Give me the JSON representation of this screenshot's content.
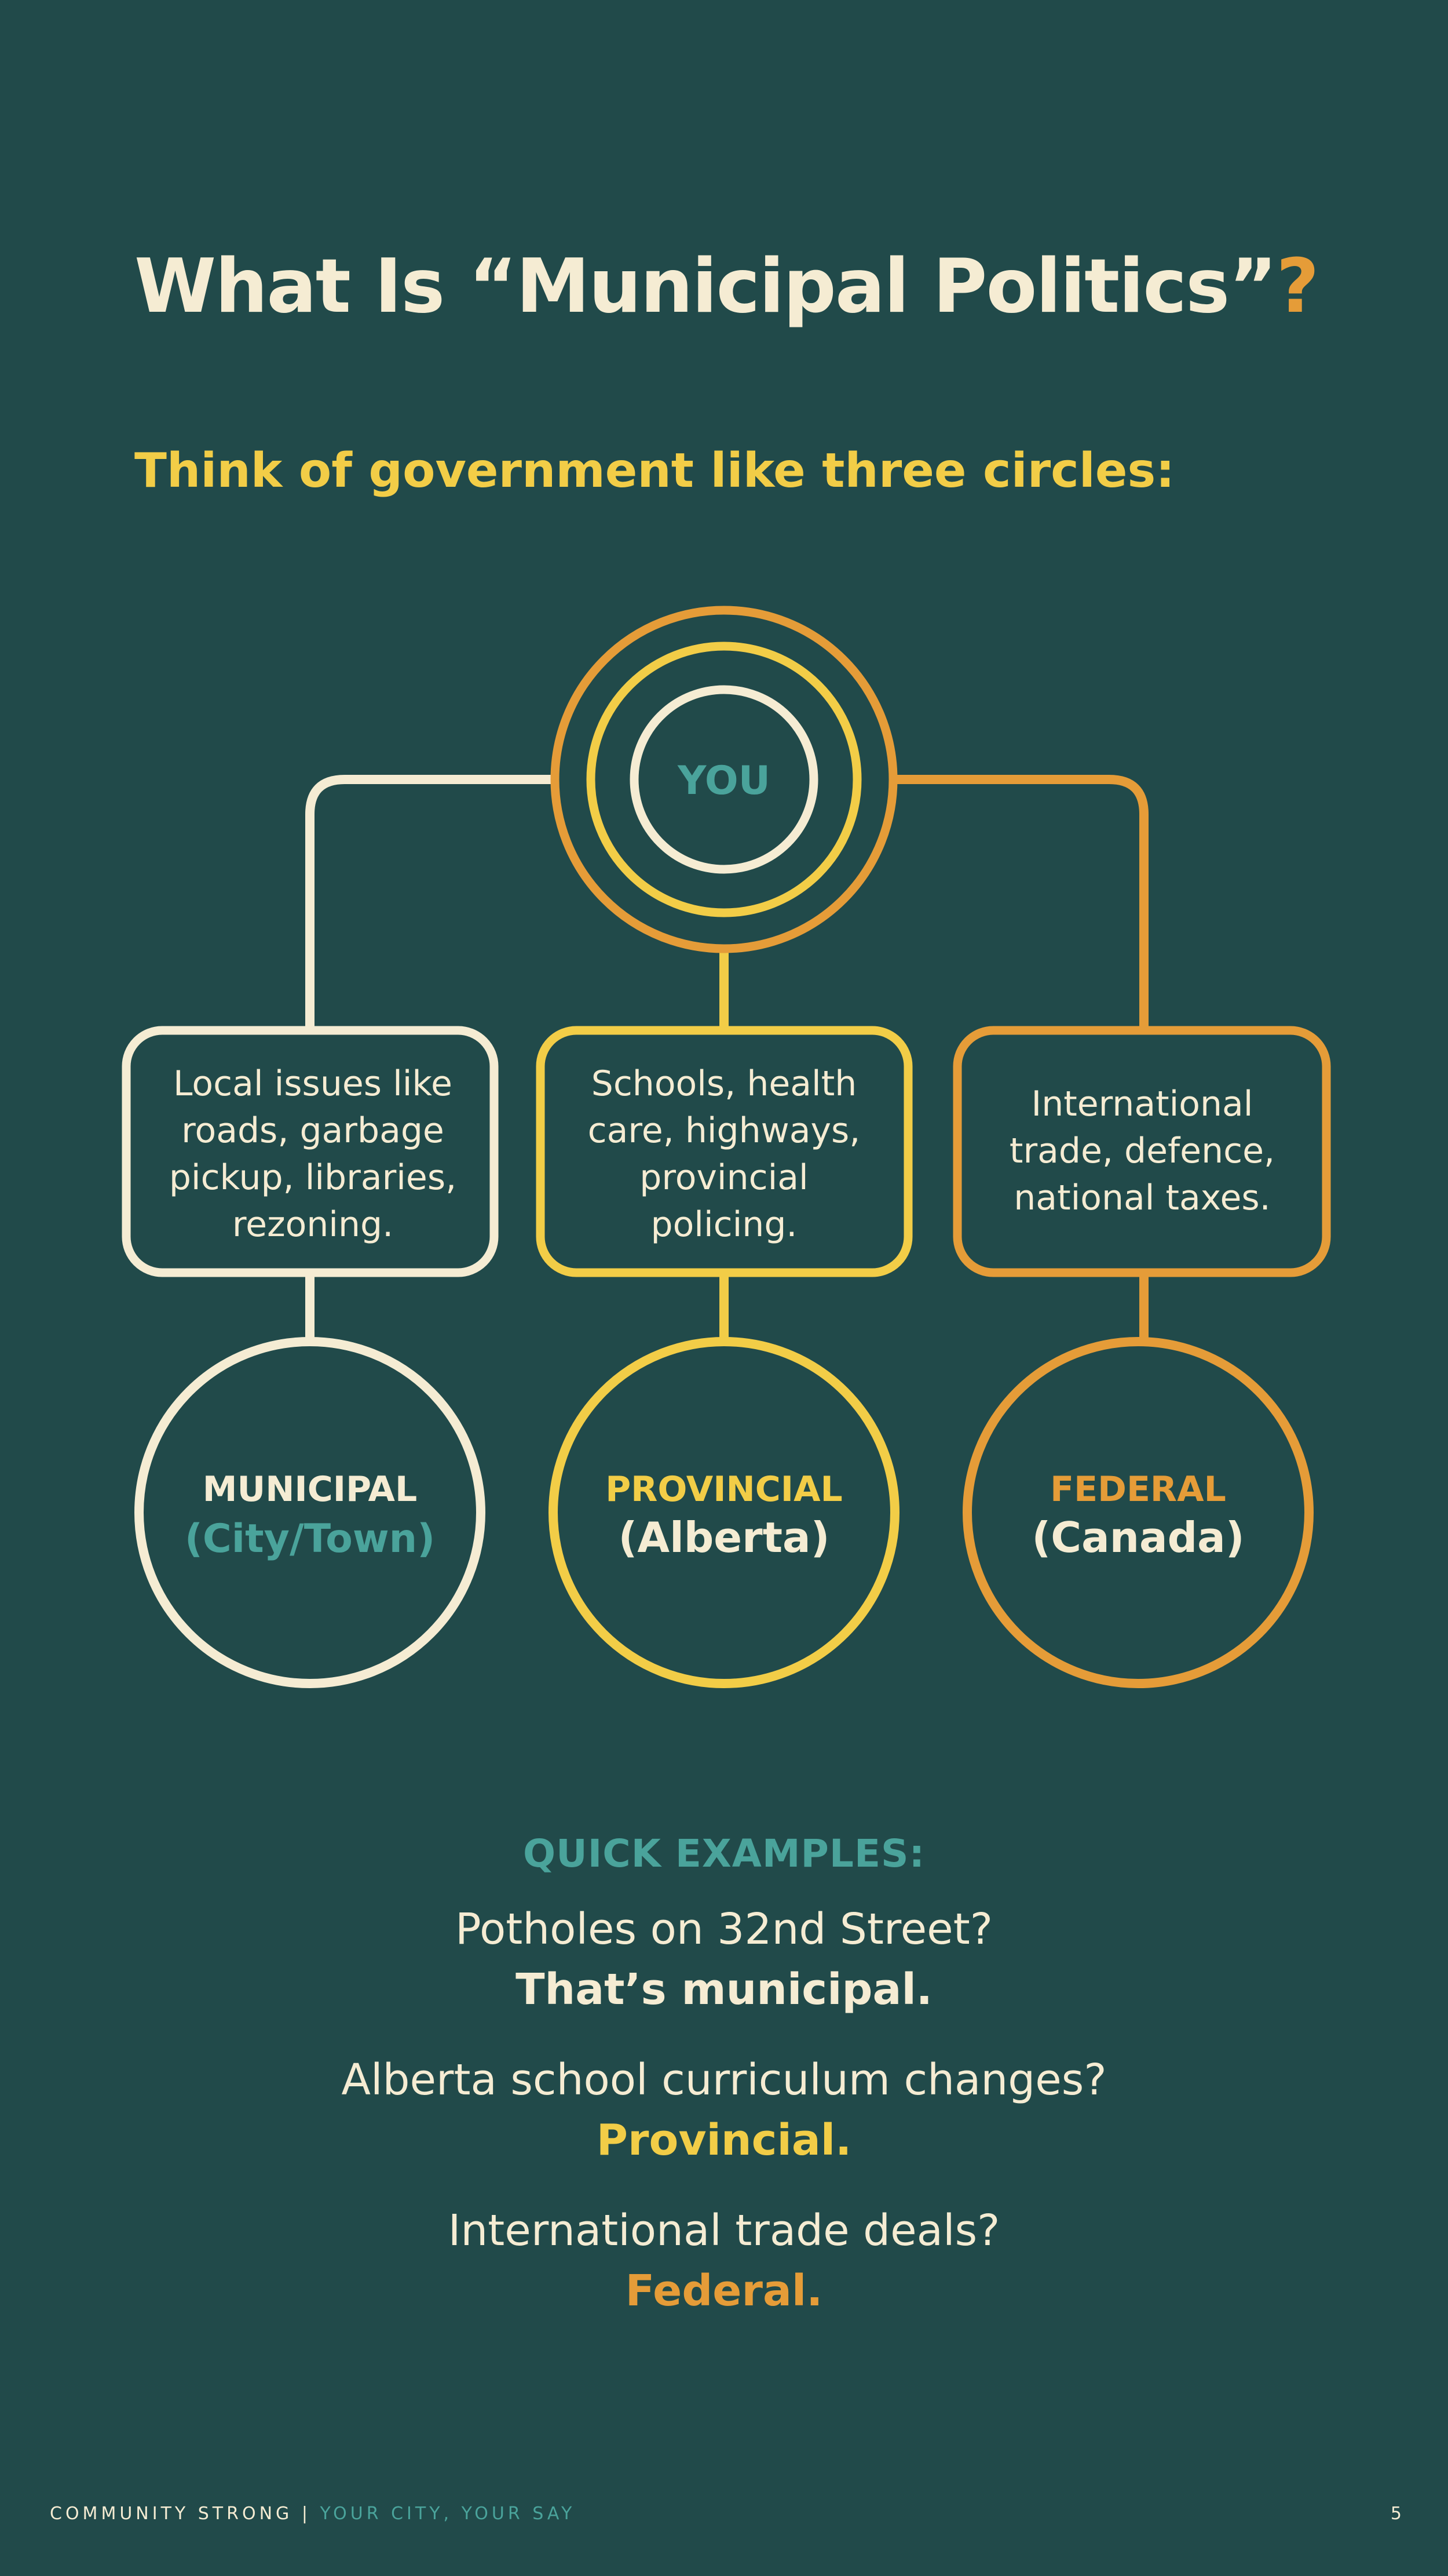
{
  "title": {
    "text": "What Is “Municipal Politics”",
    "mark": "?"
  },
  "subtitle": "Think of government like three circles:",
  "center": {
    "label": "YOU"
  },
  "levels": [
    {
      "name": "MUNICIPAL",
      "sub": "(City/Town)",
      "desc": [
        "Local issues like",
        "roads, garbage",
        "pickup, libraries,",
        "rezoning."
      ],
      "color": "#f5ecd3",
      "sub_color": "#4aa39b"
    },
    {
      "name": "PROVINCIAL",
      "sub": "(Alberta)",
      "desc": [
        "Schools, health",
        "care, highways,",
        "provincial",
        "policing."
      ],
      "color": "#f2cd47",
      "sub_color": "#f5ecd3"
    },
    {
      "name": "FEDERAL",
      "sub": "(Canada)",
      "desc": [
        "International",
        "trade, defence,",
        "national taxes."
      ],
      "color": "#e59c38",
      "sub_color": "#f5ecd3"
    }
  ],
  "examples": {
    "heading": "QUICK EXAMPLES:",
    "items": [
      {
        "q": "Potholes on 32nd Street?",
        "a": "That’s municipal."
      },
      {
        "q": "Alberta school curriculum changes?",
        "a": "Provincial."
      },
      {
        "q": "International trade deals?",
        "a": "Federal."
      }
    ]
  },
  "footer": {
    "left": "COMMUNITY STRONG |",
    "right": "YOUR CITY, YOUR SAY",
    "page": "5"
  },
  "colors": {
    "background": "#214a4a",
    "cream": "#f5ecd3",
    "yellow": "#f2cd47",
    "orange": "#e59c38",
    "teal": "#4aa39b"
  }
}
